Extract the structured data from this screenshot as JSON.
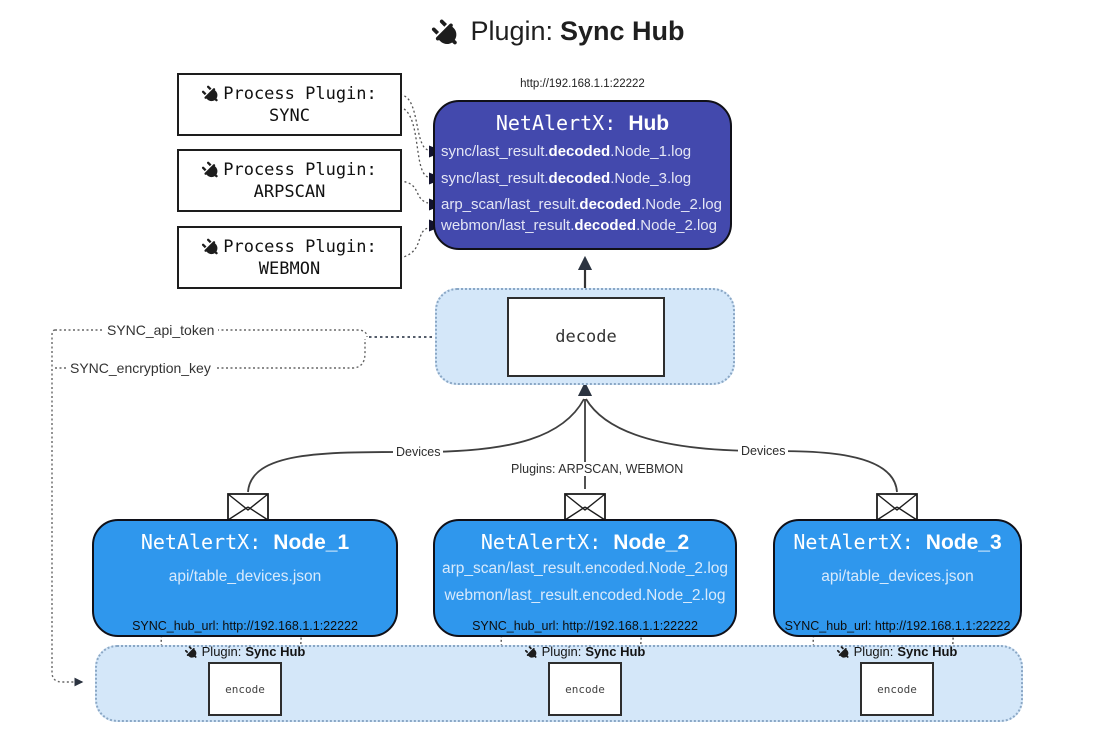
{
  "title": {
    "prefix": "Plugin:",
    "name": "Sync Hub"
  },
  "process_plugins": [
    {
      "label": "Process Plugin:",
      "name": "SYNC"
    },
    {
      "label": "Process Plugin:",
      "name": "ARPSCAN"
    },
    {
      "label": "Process Plugin:",
      "name": "WEBMON"
    }
  ],
  "hub": {
    "url": "http://192.168.1.1:22222",
    "title_prefix": "NetAlertX:",
    "title_name": "Hub",
    "lines": [
      {
        "pre": "sync/last_result.",
        "bold": "decoded",
        "post": ".Node_1.log"
      },
      {
        "pre": "sync/last_result.",
        "bold": "decoded",
        "post": ".Node_3.log"
      },
      {
        "pre": "arp_scan/last_result.",
        "bold": "decoded",
        "post": ".Node_2.log"
      },
      {
        "pre": "webmon/last_result.",
        "bold": "decoded",
        "post": ".Node_2.log"
      }
    ]
  },
  "decode": {
    "label": "decode"
  },
  "secrets": {
    "api_token": "SYNC_api_token",
    "encryption_key": "SYNC_encryption_key"
  },
  "edges": {
    "devices_left": "Devices",
    "devices_right": "Devices",
    "plugins_mid": "Plugins: ARPSCAN, WEBMON"
  },
  "nodes": [
    {
      "title_prefix": "NetAlertX:",
      "title_name": "Node_1",
      "lines": [
        "api/table_devices.json"
      ],
      "hub_url": "SYNC_hub_url: http://192.168.1.1:22222"
    },
    {
      "title_prefix": "NetAlertX:",
      "title_name": "Node_2",
      "lines": [
        "arp_scan/last_result.encoded.Node_2.log",
        "webmon/last_result.encoded.Node_2.log"
      ],
      "hub_url": "SYNC_hub_url: http://192.168.1.1:22222"
    },
    {
      "title_prefix": "NetAlertX:",
      "title_name": "Node_3",
      "lines": [
        "api/table_devices.json"
      ],
      "hub_url": "SYNC_hub_url: http://192.168.1.1:22222"
    }
  ],
  "encode_sections": [
    {
      "prefix": "Plugin:",
      "name": "Sync Hub",
      "box_label": "encode"
    },
    {
      "prefix": "Plugin:",
      "name": "Sync Hub",
      "box_label": "encode"
    },
    {
      "prefix": "Plugin:",
      "name": "Sync Hub",
      "box_label": "encode"
    }
  ],
  "icons": {
    "plug": "plug-icon",
    "envelope": "envelope-icon"
  },
  "colors": {
    "hub_fill": "#4349ad",
    "node_fill": "#2f97ed",
    "panel_fill": "#d4e7f9",
    "hub_text": "#e4e6f5",
    "node_text": "#d8eafc",
    "line_dark": "#3f3f3f"
  }
}
